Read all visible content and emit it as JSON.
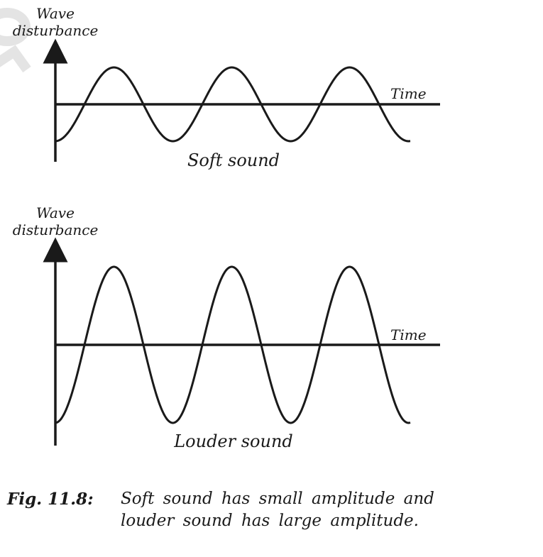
{
  "panels": [
    {
      "y_label_line1": "Wave",
      "y_label_line2": "disturbance",
      "x_label": "Time",
      "title": "Soft sound",
      "amplitude": "small"
    },
    {
      "y_label_line1": "Wave",
      "y_label_line2": "disturbance",
      "x_label": "Time",
      "title": "Louder sound",
      "amplitude": "large"
    }
  ],
  "caption": {
    "label": "Fig. 11.8:",
    "text": "Soft sound has small amplitude and louder sound has large amplitude."
  },
  "colors": {
    "ink": "#1a1a1a",
    "watermark": "#e4e4e4"
  }
}
